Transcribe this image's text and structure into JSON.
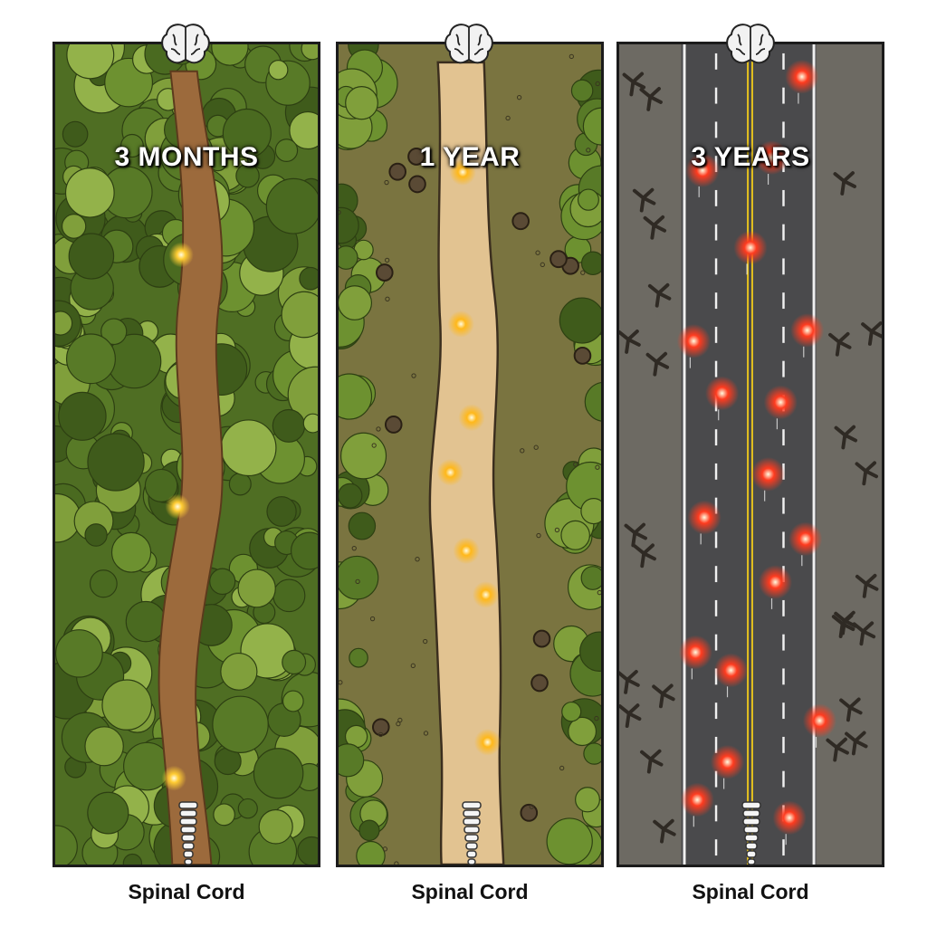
{
  "panels": [
    {
      "title": "3 MONTHS",
      "caption": "Spinal Cord",
      "terrain": "dense-forest",
      "path": "dirt-trail",
      "signal_color": "#ffcc33",
      "signal_count": 3
    },
    {
      "title": "1 YEAR",
      "caption": "Spinal Cord",
      "terrain": "cleared-field",
      "path": "sand-road",
      "signal_color": "#ffb81a",
      "signal_count": 7
    },
    {
      "title": "3 YEARS",
      "caption": "Spinal Cord",
      "terrain": "barren-land",
      "path": "multi-lane-highway",
      "signal_color": "#ff3b1f",
      "signal_count": 18
    }
  ],
  "icons": {
    "top": "brain-icon",
    "bottom": "spine-icon"
  },
  "colors": {
    "forest": "#4f6e23",
    "forest_light": "#7fa33a",
    "dirt": "#9c6a3c",
    "field": "#7a7440",
    "sand": "#e2c391",
    "asphalt": "#4a4a4c",
    "barren": "#6d6a63",
    "lane": "#f0f0f0",
    "center_line": "#e6c21e"
  }
}
